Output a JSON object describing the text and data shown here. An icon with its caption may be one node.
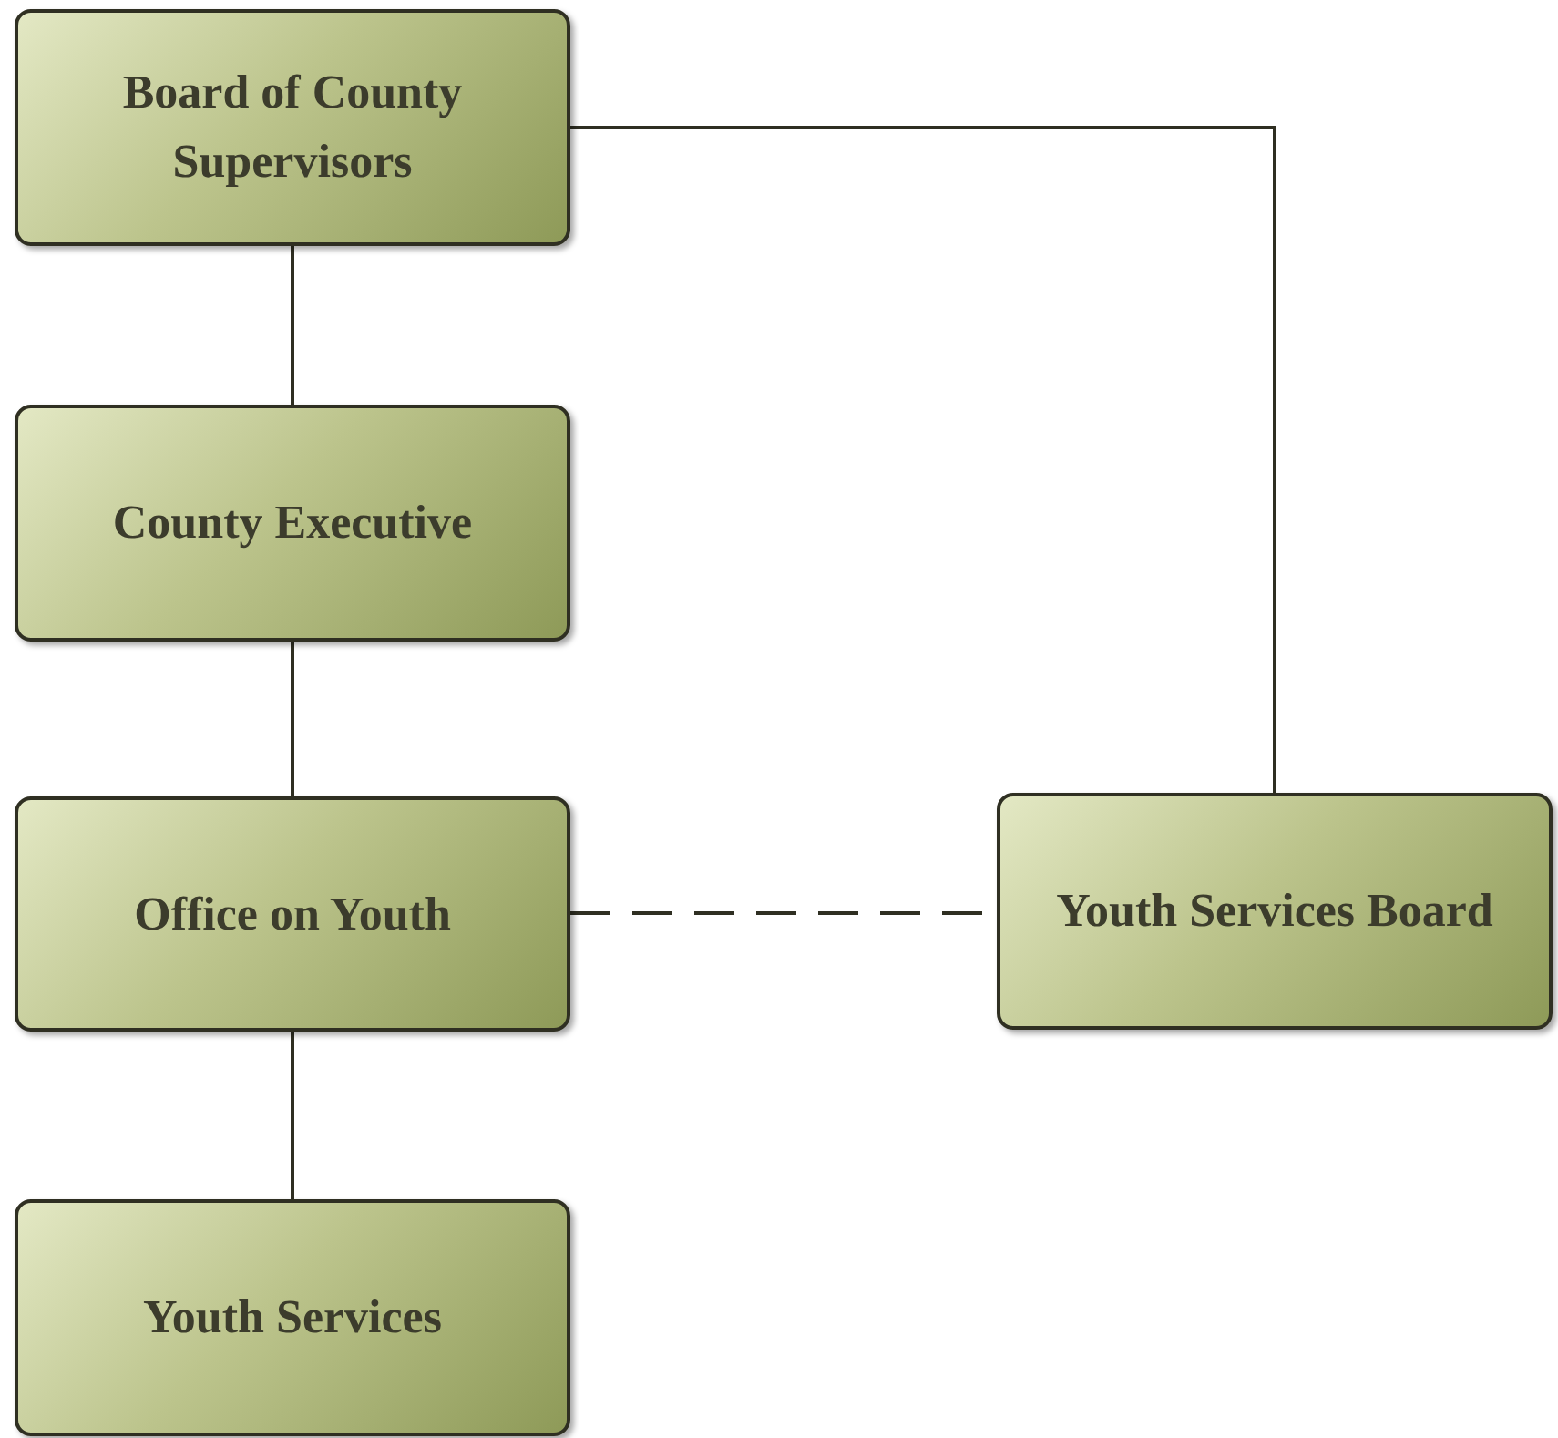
{
  "diagram": {
    "nodes": [
      {
        "text": [
          "Board of County Supervisors"
        ]
      },
      {
        "text": [
          "County Executive"
        ]
      },
      {
        "text": [
          "Office on Youth"
        ]
      },
      {
        "text": [
          "Youth Services"
        ]
      },
      {
        "text": [
          "Youth Services Board"
        ]
      }
    ],
    "edges": [
      {
        "from": 0,
        "to": 1,
        "arrow": "none"
      },
      {
        "from": 1,
        "to": 2,
        "arrow": "none"
      },
      {
        "from": 2,
        "to": 3,
        "arrow": "none"
      },
      {
        "from": 2,
        "to": 4,
        "arrow": "none",
        "style": "dashed"
      },
      {
        "from": 0,
        "to": 4,
        "arrow": "none"
      }
    ]
  }
}
